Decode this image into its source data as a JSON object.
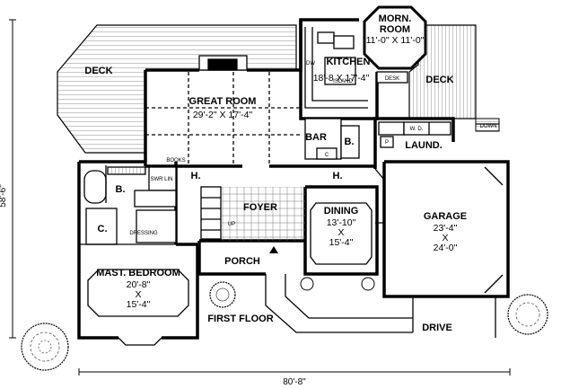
{
  "rooms": {
    "deck_left": "DECK",
    "great_room": "GREAT ROOM",
    "great_room_size": "29'-2\" X 17'-4\"",
    "kitchen": "KITCHEN",
    "kitchen_size": "18'-8 X 17'-4\"",
    "island": "ISLAND",
    "dw": "DW",
    "morn_room": "MORN.",
    "morn_room_2": "ROOM",
    "morn_room_size": "11'-0\" X 11'-0\"",
    "desk": "DESK",
    "deck_right": "DECK",
    "down": "DOWN",
    "bar": "BAR",
    "bath_b": "B.",
    "laund": "LAUND.",
    "p": "P",
    "wd": "W. D.",
    "books": "BOOKS",
    "swr_lin": "SWR  LIN",
    "hall_left": "H.",
    "hall_right": "H.",
    "bath_master": "B.",
    "closet_c": "C.",
    "dressing": "DRESSING",
    "foyer": "FOYER",
    "up": "UP",
    "dining": "DINING",
    "dining_w": "13'-10\"",
    "dining_x": "X",
    "dining_h": "15'-4\"",
    "garage": "GARAGE",
    "garage_w": "23'-4\"",
    "garage_x": "X",
    "garage_h": "24'-0\"",
    "mast_bedroom": "MAST. BEDROOM",
    "mast_w": "20'-8\"",
    "mast_x": "X",
    "mast_h": "15'-4\"",
    "porch": "PORCH",
    "first_floor": "FIRST FLOOR",
    "drive": "DRIVE",
    "c_small": "C"
  },
  "dimensions": {
    "overall_width": "80'-8\"",
    "overall_depth": "58'-6\""
  }
}
